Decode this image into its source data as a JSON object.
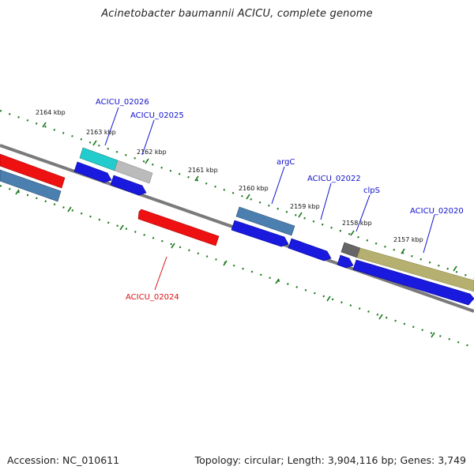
{
  "title": "Acinetobacter baumannii ACICU, complete genome",
  "footer": {
    "accession": "Accession: NC_010611",
    "summary": "Topology: circular; Length: 3,904,116 bp; Genes: 3,749"
  },
  "colors": {
    "backbone": "#7a7a7a",
    "tick_dots": "#1f7a1f",
    "label_blue": "#1111cc",
    "label_red": "#dd1111",
    "cds_blue": "#1a1adf",
    "cds_red": "#ee1111",
    "steelblue": "#4a7fb0",
    "cyan": "#22cccc",
    "lightgray": "#bbbbbb",
    "darkgray": "#666666",
    "olive": "#b5b070"
  },
  "ticks": [
    "2164 kbp",
    "2163 kbp",
    "2162 kbp",
    "2161 kbp",
    "2160 kbp",
    "2159 kbp",
    "2158 kbp",
    "2157 kbp"
  ],
  "gene_labels": [
    {
      "text": "ACICU_02026",
      "color": "blue"
    },
    {
      "text": "ACICU_02025",
      "color": "blue"
    },
    {
      "text": "argC",
      "color": "blue"
    },
    {
      "text": "ACICU_02022",
      "color": "blue"
    },
    {
      "text": "clpS",
      "color": "blue"
    },
    {
      "text": "ACICU_02020",
      "color": "blue"
    },
    {
      "text": "ACICU_02024",
      "color": "red"
    }
  ]
}
